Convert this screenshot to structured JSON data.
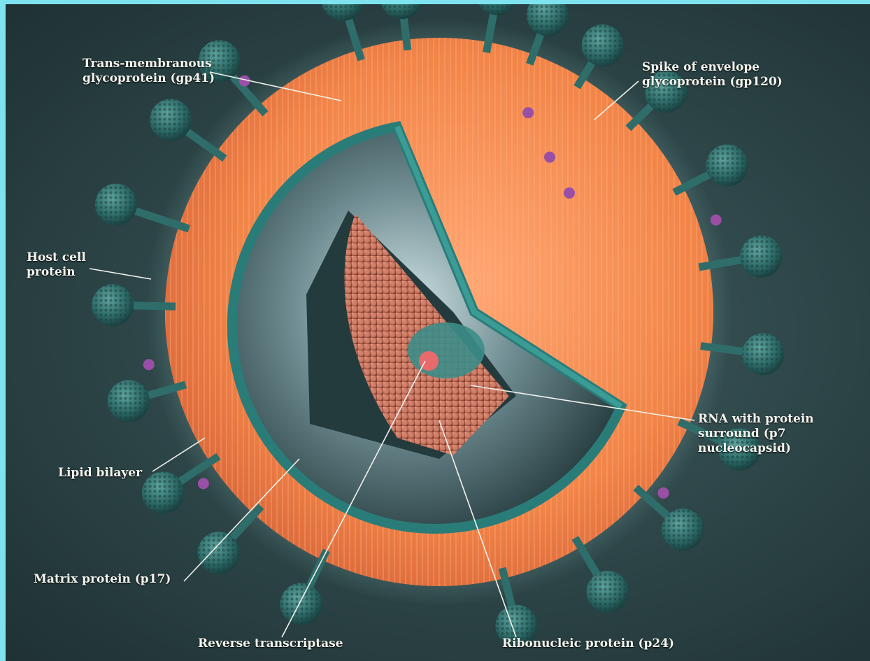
{
  "labels": {
    "gp41": [
      "Trans-membranous",
      "glycoprotein (gp41)"
    ],
    "gp120": [
      "Spike of envelope",
      "glycoprotein (gp120)"
    ],
    "host": [
      "Host cell",
      "protein"
    ],
    "rna": [
      "RNA with protein",
      "surround (p7",
      "nucleocapsid)"
    ],
    "lipid": "Lipid bilayer",
    "matrix": "Matrix protein (p17)",
    "rt": "Reverse transcriptase",
    "p24": "Ribonucleic protein (p24)"
  },
  "colors": {
    "frame": "#7fe3ef",
    "background": "#2c4446",
    "envelope": "#f08a52",
    "spike": "#2f6d6a",
    "capsid": "#c87a62",
    "purple_protein": "#9a4fa6"
  }
}
